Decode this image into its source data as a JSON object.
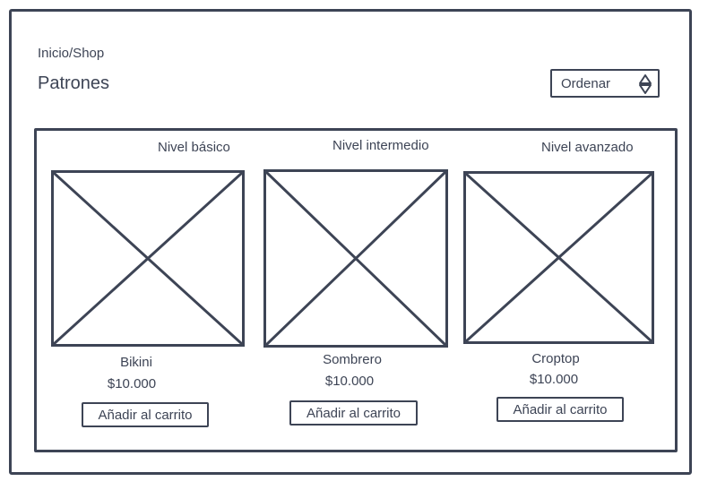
{
  "header": {
    "breadcrumb": "Inicio/Shop",
    "title": "Patrones",
    "sort_label": "Ordenar",
    "sort_icon": "sort-arrows-icon"
  },
  "levels": [
    "Nivel básico",
    "Nivel intermedio",
    "Nivel avanzado"
  ],
  "products": [
    {
      "name": "Bikini",
      "price": "$10.000",
      "button": "Añadir al carrito"
    },
    {
      "name": "Sombrero",
      "price": "$10.000",
      "button": "Añadir al carrito"
    },
    {
      "name": "Croptop",
      "price": "$10.000",
      "button": "Añadir al carrito"
    }
  ],
  "colors": {
    "ink": "#3d4455",
    "background": "#ffffff"
  }
}
